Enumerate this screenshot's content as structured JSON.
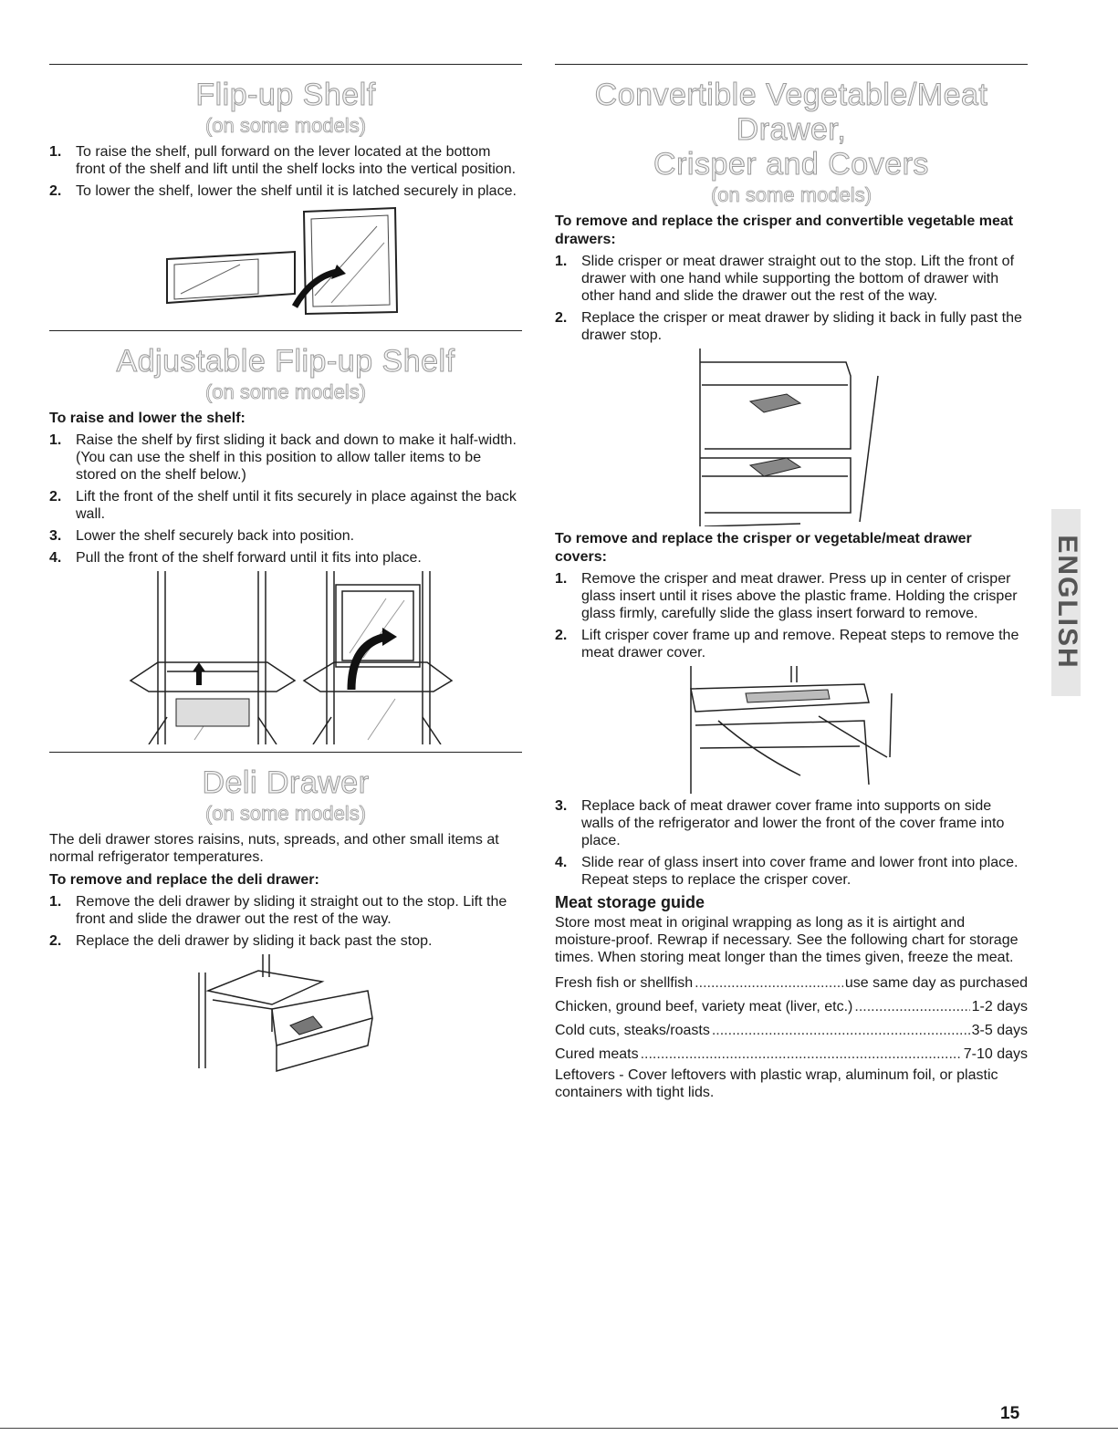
{
  "left": {
    "flip_up": {
      "title": "Flip-up Shelf",
      "subtitle": "(on some models)",
      "steps": [
        {
          "num": "1.",
          "text": "To raise the shelf, pull forward on the lever located at the bottom front of the shelf and lift until the shelf locks into the vertical position."
        },
        {
          "num": "2.",
          "text": "To lower the shelf, lower the shelf until it is latched securely in place."
        }
      ]
    },
    "adjustable": {
      "title": "Adjustable Flip-up Shelf",
      "subtitle": "(on some models)",
      "subhead": "To raise and lower the shelf:",
      "steps": [
        {
          "num": "1.",
          "text": "Raise the shelf by first sliding it back and down to make it half-width. (You can use the shelf in this position to allow taller items to be stored on the shelf below.)"
        },
        {
          "num": "2.",
          "text": "Lift the front of the shelf until it fits securely in place against the back wall."
        },
        {
          "num": "3.",
          "text": "Lower the shelf securely back into position."
        },
        {
          "num": "4.",
          "text": "Pull the front of the shelf forward until it fits into place."
        }
      ]
    },
    "deli": {
      "title": "Deli Drawer",
      "subtitle": "(on some models)",
      "intro": "The deli drawer stores raisins, nuts, spreads, and other small items at normal refrigerator temperatures.",
      "subhead": "To remove and replace the deli drawer:",
      "steps": [
        {
          "num": "1.",
          "text": "Remove the deli drawer by sliding it straight out to the stop. Lift the front and slide the drawer out the rest of the way."
        },
        {
          "num": "2.",
          "text": "Replace the deli drawer by sliding it back past the stop."
        }
      ]
    }
  },
  "right": {
    "convertible": {
      "title_line1": "Convertible Vegetable/Meat Drawer,",
      "title_line2": "Crisper and Covers",
      "subtitle": "(on some models)",
      "subhead1": "To remove and replace the crisper and convertible vegetable meat drawers:",
      "steps1": [
        {
          "num": "1.",
          "text": "Slide crisper or meat drawer straight out to the stop. Lift the front of drawer with one hand while supporting the bottom of drawer with other hand and slide the drawer out the rest of the way."
        },
        {
          "num": "2.",
          "text": "Replace the crisper or meat drawer by sliding it back in fully past the drawer stop."
        }
      ],
      "subhead2": "To remove and replace the crisper or vegetable/meat drawer covers:",
      "steps2": [
        {
          "num": "1.",
          "text": "Remove the crisper and meat drawer. Press up in center of crisper glass insert until it rises above the plastic frame. Holding the crisper glass firmly, carefully slide the glass insert forward to remove."
        },
        {
          "num": "2.",
          "text": "Lift crisper cover frame up and remove. Repeat steps to remove the meat drawer cover."
        }
      ],
      "steps3": [
        {
          "num": "3.",
          "text": "Replace back of meat drawer cover frame into supports on side walls of the refrigerator and lower the front of the cover frame into place."
        },
        {
          "num": "4.",
          "text": "Slide rear of glass insert into cover frame and lower front into place. Repeat steps to replace the crisper cover."
        }
      ]
    },
    "meat_guide": {
      "heading": "Meat storage guide",
      "intro": "Store most meat in original wrapping as long as it is airtight and moisture-proof. Rewrap if necessary. See the following chart for storage times. When storing meat longer than the times given, freeze the meat.",
      "rows": [
        {
          "item": "Fresh fish or shellfish",
          "time": "use same day as purchased"
        },
        {
          "item": "Chicken, ground beef, variety meat (liver, etc.)",
          "time": "1-2 days"
        },
        {
          "item": "Cold cuts, steaks/roasts",
          "time": "3-5 days"
        },
        {
          "item": "Cured meats",
          "time": "7-10 days"
        }
      ],
      "leftovers": "Leftovers - Cover leftovers with plastic wrap, aluminum foil, or plastic containers with tight lids."
    }
  },
  "side_tab": "ENGLISH",
  "page_number": "15"
}
